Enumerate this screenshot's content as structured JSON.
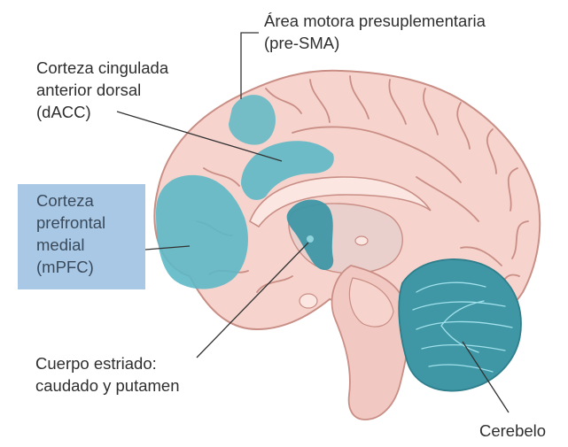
{
  "labels": {
    "presma": {
      "line1": "Área motora presuplementaria",
      "line2": "(pre-SMA)"
    },
    "dacc": {
      "line1": "Corteza cingulada",
      "line2": "anterior dorsal",
      "line3": "(dACC)"
    },
    "mpfc": {
      "line1": "Corteza",
      "line2": "prefrontal",
      "line3": "medial",
      "line4": "(mPFC)"
    },
    "striatum": {
      "line1": "Cuerpo estriado:",
      "line2": "caudado y putamen"
    },
    "cerebellum": {
      "line1": "Cerebelo"
    }
  },
  "colors": {
    "cortex": "#f6d3cc",
    "cortex_outline": "#c98f86",
    "highlight_teal": "#5db8c6",
    "cerebellum_teal": "#3f97a6",
    "mpfc_box": "#a8c8e6",
    "brainstem": "#f1c9c2",
    "ventricle": "#ead0cc",
    "leader_line": "#333333"
  },
  "icons": {
    "brain": "brain-sagittal-illustration"
  }
}
